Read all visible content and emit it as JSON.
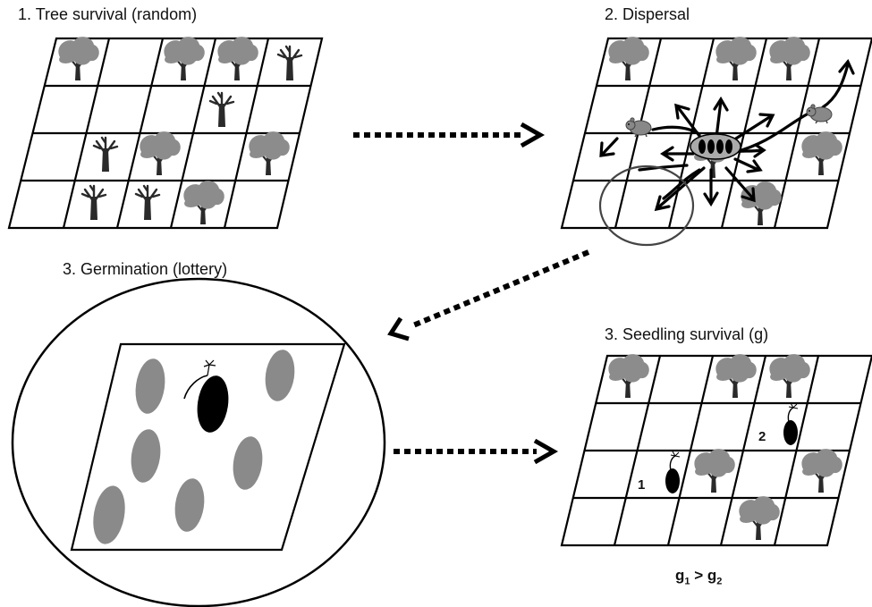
{
  "panels": {
    "tree_survival": {
      "title": "1. Tree survival (random)"
    },
    "dispersal": {
      "title": "2. Dispersal"
    },
    "germination": {
      "title": "3. Germination (lottery)"
    },
    "seedling_survival": {
      "title": "3. Seedling survival (g)",
      "seedling_labels": [
        "1",
        "2"
      ]
    }
  },
  "formula": {
    "g": "g",
    "sub1": "1",
    "op": " > ",
    "sub2": "2"
  },
  "colors": {
    "canopy": "#8c8c8c",
    "trunk": "#2a2a2a",
    "seed": "#8a8a8a",
    "seed_winner": "#000000",
    "line": "#000000"
  },
  "icons": [
    "tree-icon",
    "dead-tree-icon",
    "rodent-icon",
    "seed-icon",
    "seedling-icon",
    "dotted-arrow-icon"
  ]
}
